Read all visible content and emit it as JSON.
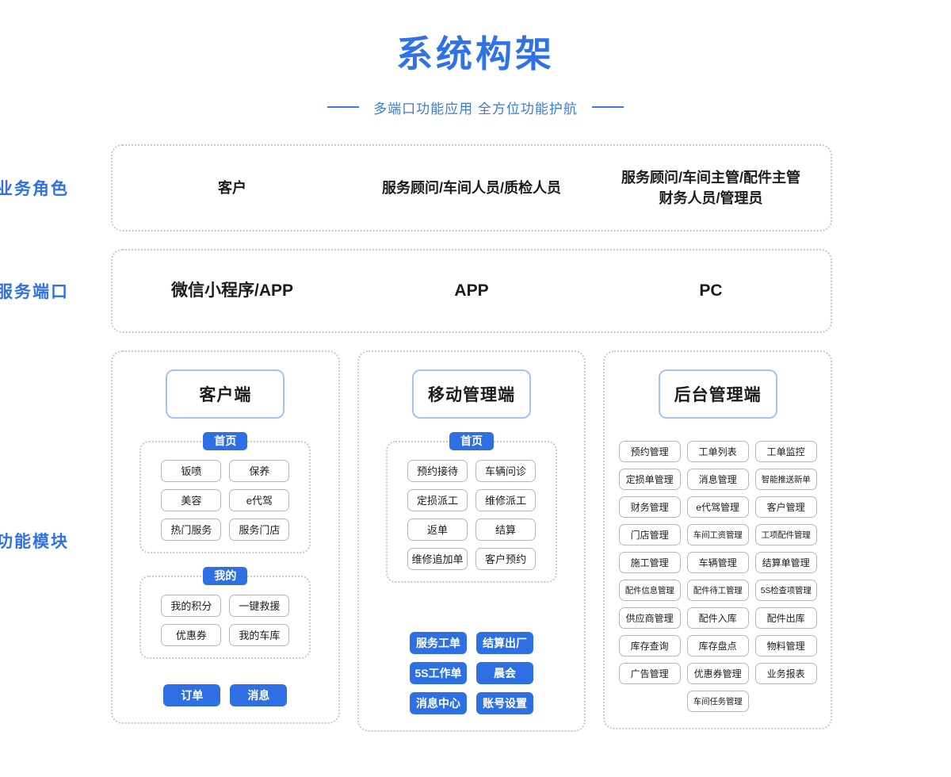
{
  "header": {
    "title": "系统构架",
    "subtitle": "多端口功能应用 全方位功能护航",
    "dash_left": "——",
    "dash_right": "——",
    "title_color": "#2f72e8",
    "subtitle_color": "#3b7bd8"
  },
  "rows": {
    "roles": {
      "label": "业务角色",
      "cells": [
        "客户",
        "服务顾问/车间人员/质检人员",
        "服务顾问/车间主管/配件主管\n财务人员/管理员"
      ]
    },
    "ports": {
      "label": "服务端口",
      "cells": [
        "微信小程序/APP",
        "APP",
        "PC"
      ]
    },
    "modules": {
      "label": "功能模块"
    }
  },
  "panels": [
    {
      "head": "客户端",
      "groups": [
        {
          "badge": "首页",
          "items": [
            "钣喷",
            "保养",
            "美容",
            "e代驾",
            "热门服务",
            "服务门店"
          ]
        },
        {
          "badge": "我的",
          "items": [
            "我的积分",
            "一键救援",
            "优惠券",
            "我的车库"
          ]
        }
      ],
      "blue_items": [
        "订单",
        "消息"
      ]
    },
    {
      "head": "移动管理端",
      "groups": [
        {
          "badge": "首页",
          "items": [
            "预约接待",
            "车辆问诊",
            "定损派工",
            "维修派工",
            "返单",
            "结算",
            "维修追加单",
            "客户预约"
          ]
        }
      ],
      "blue_items": [
        "服务工单",
        "结算出厂",
        "5S工作单",
        "晨会",
        "消息中心",
        "账号设置"
      ]
    },
    {
      "head": "后台管理端",
      "groups": [],
      "blue_items": [],
      "admin_items": [
        "预约管理",
        "工单列表",
        "工单监控",
        "定损单管理",
        "消息管理",
        "智能推送新单",
        "财务管理",
        "e代驾管理",
        "客户管理",
        "门店管理",
        "车间工资管理",
        "工项配件管理",
        "施工管理",
        "车辆管理",
        "结算单管理",
        "配件信息管理",
        "配件待工管理",
        "5S检查项管理",
        "供应商管理",
        "配件入库",
        "配件出库",
        "库存查询",
        "库存盘点",
        "物料管理",
        "广告管理",
        "优惠券管理",
        "业务报表",
        "车间任务管理"
      ]
    }
  ],
  "colors": {
    "accent_blue": "#2f6fe4",
    "title_blue": "#2f72e8",
    "head_border": "#a5c3ee",
    "chip_border": "#b8b8b8",
    "dotted_border": "#c9c9c9"
  }
}
